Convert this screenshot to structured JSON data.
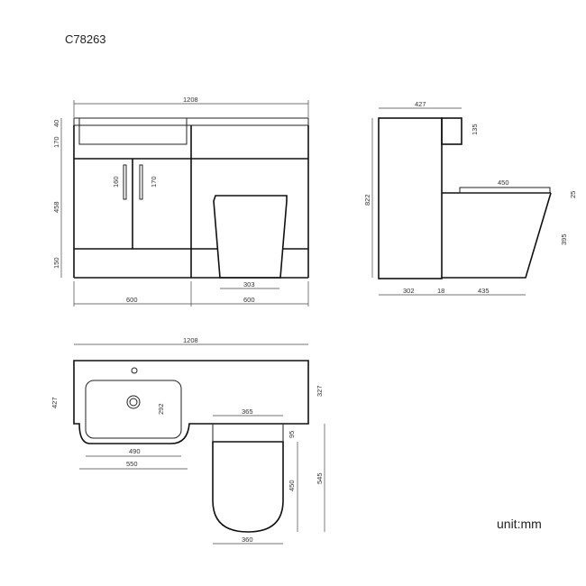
{
  "product_code": "C78263",
  "unit_label": "unit:mm",
  "front_view": {
    "overall_width": "1208",
    "top_thickness": "40",
    "basin_height": "170",
    "cabinet_height": "458",
    "plinth_height": "150",
    "handle_left": "160",
    "handle_right": "170",
    "left_width": "600",
    "right_width": "600",
    "toilet_base_width": "303"
  },
  "side_view": {
    "depth": "427",
    "cistern_height": "135",
    "total_height": "822",
    "seat_length": "450",
    "seat_thickness": "25",
    "pan_height": "395",
    "cabinet_depth": "302",
    "panel": "18",
    "pan_projection": "435"
  },
  "plan_view": {
    "overall_width": "1208",
    "overall_depth": "427",
    "unit_depth": "327",
    "basin_depth": "292",
    "basin_inner_width": "490",
    "basin_outer_width": "550",
    "toilet_top_width": "365",
    "toilet_offset": "95",
    "seat_length": "450",
    "toilet_total": "545",
    "toilet_width": "360"
  }
}
